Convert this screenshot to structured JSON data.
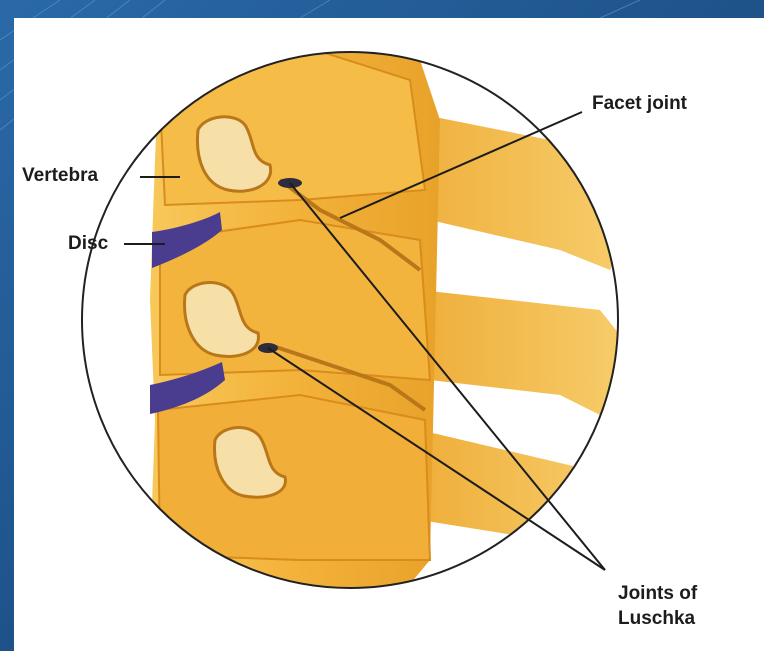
{
  "labels": {
    "facet_joint": "Facet joint",
    "vertebra": "Vertebra",
    "disc": "Disc",
    "joints_of_luschka_line1": "Joints of",
    "joints_of_luschka_line2": "Luschka"
  },
  "colors": {
    "slide_background": "#1d4f86",
    "bone": "#f2b53a",
    "bone_shadow": "#d98c1c",
    "disc": "#4a3d8f",
    "leader_lines": "#1c1c1c"
  }
}
